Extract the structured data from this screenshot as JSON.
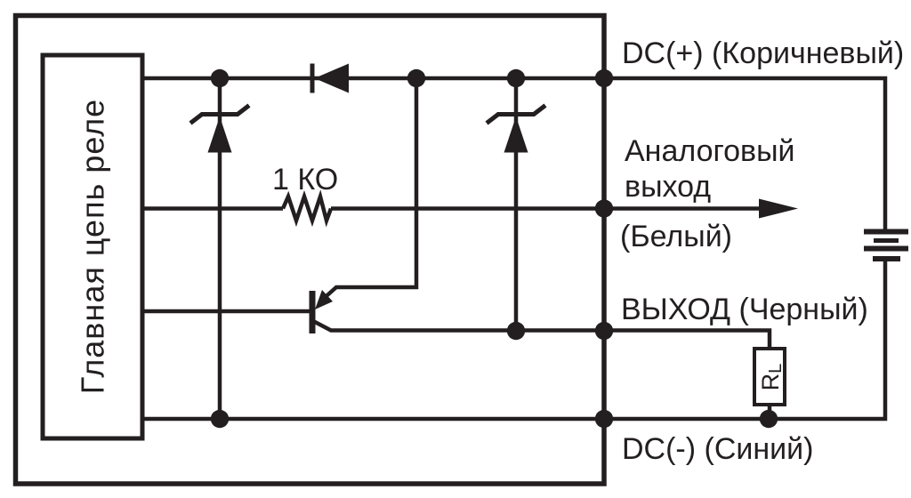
{
  "diagram": {
    "relay_box_label": "Главная цепь реле",
    "series_resistor_label": "1 КО",
    "load_resistor": {
      "symbol": "R",
      "subscript": "L"
    },
    "labels": {
      "dc_plus": "DC(+) (Коричневый)",
      "analog_output_line1": "Аналоговый",
      "analog_output_line2": "выход",
      "analog_wire": "(Белый)",
      "output": "ВЫХОД (Черный)",
      "dc_minus": "DC(-) (Синий)"
    },
    "colors": {
      "line": "#231f20",
      "background": "#ffffff"
    }
  }
}
